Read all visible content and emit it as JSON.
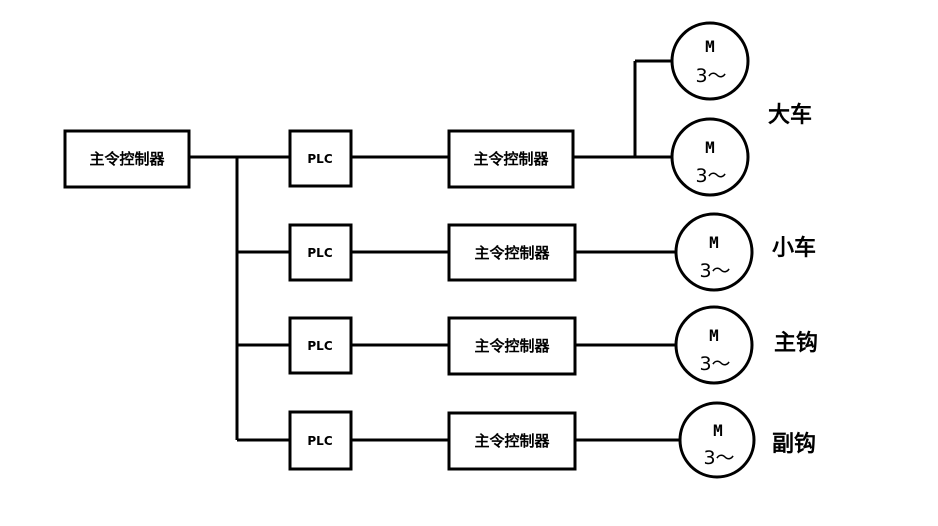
{
  "main_controller": {
    "label": "主令控制器"
  },
  "branches": [
    {
      "plc": "PLC",
      "controller": "主令控制器",
      "label": "大车",
      "motors": [
        {
          "symbol": "M",
          "phase": "3～"
        },
        {
          "symbol": "M",
          "phase": "3～"
        }
      ]
    },
    {
      "plc": "PLC",
      "controller": "主令控制器",
      "label": "小车",
      "motors": [
        {
          "symbol": "M",
          "phase": "3～"
        }
      ]
    },
    {
      "plc": "PLC",
      "controller": "主令控制器",
      "label": "主钩",
      "motors": [
        {
          "symbol": "M",
          "phase": "3～"
        }
      ]
    },
    {
      "plc": "PLC",
      "controller": "主令控制器",
      "label": "副钩",
      "motors": [
        {
          "symbol": "M",
          "phase": "3～"
        }
      ]
    }
  ]
}
